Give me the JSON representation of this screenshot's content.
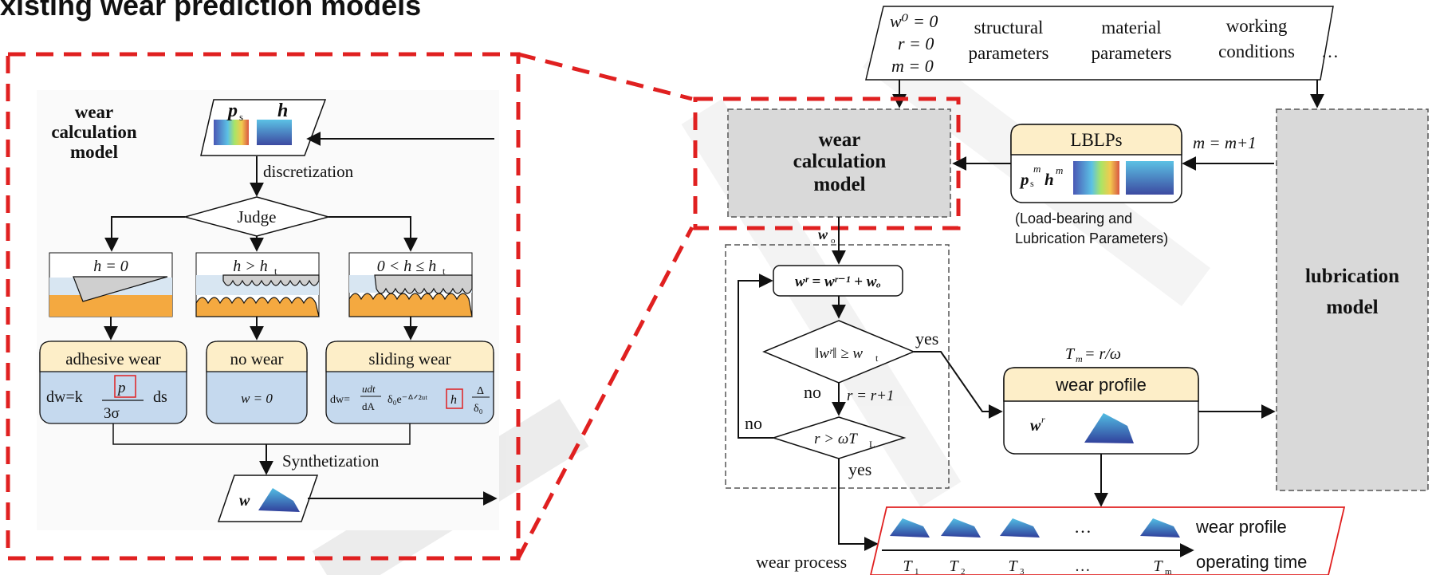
{
  "page": {
    "title": "xisting wear prediction models"
  },
  "watermark": {
    "color": "#d0d0d0"
  },
  "colors": {
    "red_dash": "#e02020",
    "gray_box": "#d9d9d9",
    "tan_header": "#fdeec8",
    "blue_formula": "#c5d9ee",
    "sand": "#f4a940",
    "water": "#d8e6f2"
  },
  "inset": {
    "model_label_1": "wear",
    "model_label_2": "calculation",
    "model_label_3": "model",
    "input_ps": "p",
    "input_ps_sub": "s",
    "input_h": "h",
    "discretization": "discretization",
    "judge": "Judge",
    "cond_1": "h = 0",
    "cond_2": "h > h",
    "cond_2_sub": "t",
    "cond_3": "0 <  h ≤ h",
    "cond_3_sub": "t",
    "wear_1": "adhesive wear",
    "wear_2": "no wear",
    "wear_3": "sliding wear",
    "formula_1": "dw=k",
    "formula_1_ps": "p",
    "formula_1_den": "3σ",
    "formula_1_ds": "ds",
    "formula_2": "w = 0",
    "formula_3_lhs": "dw=",
    "formula_3_num": "udt",
    "formula_3_den": "dA",
    "formula_3_mid": "δ₀e⁻ᐞᐟ²ᵘᵗ",
    "formula_3_h": "h",
    "formula_3_frac_num": "Δ",
    "formula_3_frac_den": "δ₀",
    "synthetization": "Synthetization",
    "output_w": "w"
  },
  "flow": {
    "init_w": "w⁰ = 0",
    "init_r": "r = 0",
    "init_m": "m = 0",
    "param_1a": "structural",
    "param_1b": "parameters",
    "param_2a": "material",
    "param_2b": "parameters",
    "param_3a": "working",
    "param_3b": "conditions",
    "param_more": "…",
    "wcm_1": "wear",
    "wcm_2": "calculation",
    "wcm_3": "model",
    "lblps_title": "LBLPs",
    "lblps_vars": "p",
    "lblps_note_1": "(Load-bearing and",
    "lblps_note_2": "Lubrication Parameters)",
    "m_update": "m = m+1",
    "lub_1": "lubrication",
    "lub_2": "model",
    "w_o": "w",
    "update_eq": "wʳ = wʳ⁻¹ + wₒ",
    "cond_norm": "‖wʳ‖ ≥ w",
    "cond_norm_sub": "t",
    "yes": "yes",
    "no": "no",
    "r_update": "r = r+1",
    "cond_time": "r > ωT",
    "cond_time_sub": "L",
    "no_2": "no",
    "yes_2": "yes",
    "tm_eq": "T",
    "tm_eq_rest": " = r/ω",
    "wear_profile_title": "wear profile",
    "wr_label": "w",
    "strip_wear_profile": "wear profile",
    "strip_operating_time": "operating time",
    "strip_ellipsis": "…",
    "wear_process": "wear process",
    "t_labels": [
      "T",
      "T",
      "T",
      "…",
      "T"
    ],
    "t_subs": [
      "1",
      "2",
      "3",
      "",
      "m"
    ]
  }
}
